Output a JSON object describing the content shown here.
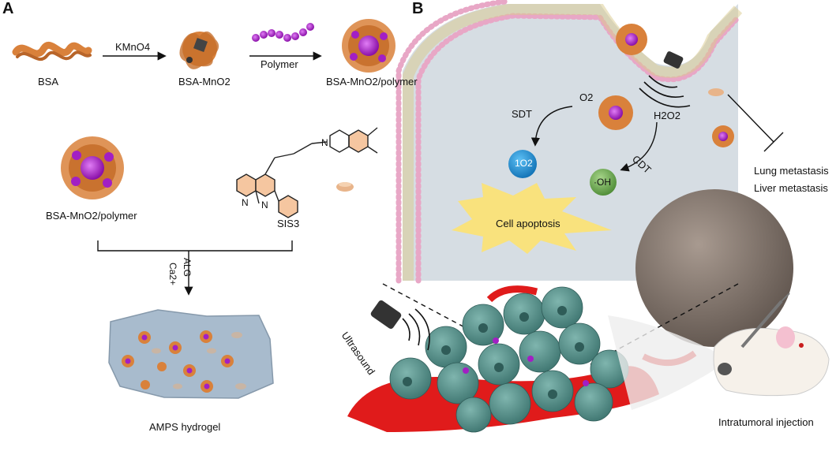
{
  "panel_a": {
    "letter": "A",
    "bsa": "BSA",
    "kmno4": "KMnO4",
    "bsa_mno2": "BSA-MnO2",
    "polymer": "Polymer",
    "bsa_mno2_polymer_top": "BSA-MnO2/polymer",
    "bsa_mno2_polymer_mid": "BSA-MnO2/polymer",
    "sis3": "SIS3",
    "alg": "ALG",
    "ca": "Ca2+",
    "hydrogel": "AMPS hydrogel",
    "atom_n1": "N",
    "atom_n2": "N",
    "atom_n3": "N"
  },
  "panel_b": {
    "letter": "B",
    "o2": "O2",
    "sdt": "SDT",
    "h2o2": "H2O2",
    "singlet_oxygen": "1O2",
    "cdt": "CDT",
    "hydroxyl": "·OH",
    "cell_apoptosis": "Cell apoptosis",
    "lung": "Lung metastasis",
    "liver": "Liver metastasis",
    "ultrasound": "Ultrasound",
    "injection": "Intratumoral injection"
  },
  "colors": {
    "protein": "#d9813b",
    "polymer": "#a21fc4",
    "cell_bg": "#d6dde3",
    "membrane": "#e8a7c6",
    "nucleus": "#8b7d74",
    "singlet_circle": "#1b8fd2",
    "hydroxyl_circle": "#6aa84f",
    "apoptosis_star": "#f9e27d",
    "vessel": "#e01b1b",
    "tumor_cell": "#4e8b85",
    "hydrogel": "#9fb4c8"
  }
}
